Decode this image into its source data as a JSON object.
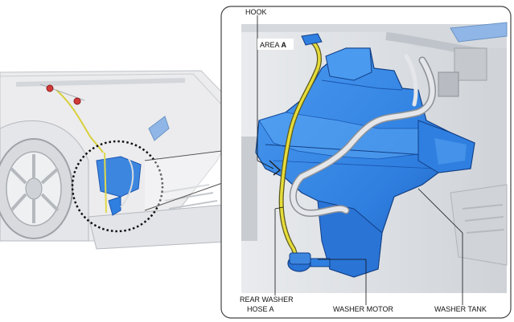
{
  "labels": {
    "hook": "HOOK",
    "area_prefix": "AREA ",
    "area_letter": "A",
    "rear_washer_line1": "REAR WASHER",
    "rear_washer_line2": "HOSE A",
    "washer_motor": "WASHER MOTOR",
    "washer_tank": "WASHER TANK"
  },
  "colors": {
    "tank_blue": "#2f7fe0",
    "tank_blue_dark": "#1a56b0",
    "hose_yellow": "#e6dc3a",
    "hose_grey": "#d9dcdf",
    "inset_frame": "#444444",
    "callout_red": "#d23a3a"
  }
}
